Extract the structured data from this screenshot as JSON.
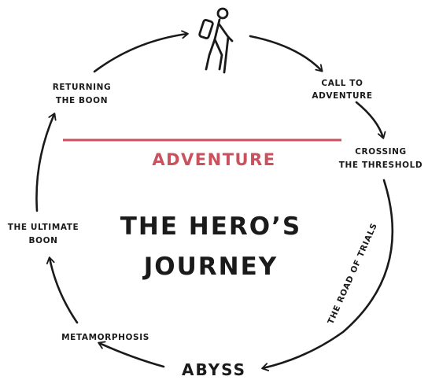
{
  "title": {
    "line1": "THE HERO’S",
    "line2": "JOURNEY"
  },
  "threshold_label": "ADVENTURE",
  "bottom_label": "ABYSS",
  "road_label": "THE ROAD OF TRIALS",
  "stages": {
    "call": {
      "line1": "CALL TO",
      "line2": "ADVENTURE"
    },
    "crossing": {
      "line1": "CROSSING",
      "line2": "THE THRESHOLD"
    },
    "metamorphosis": {
      "line1": "METAMORPHOSIS"
    },
    "ultimate_boon": {
      "line1": "THE ULTIMATE",
      "line2": "BOON"
    },
    "returning": {
      "line1": "RETURNING",
      "line2": "THE BOON"
    }
  },
  "icons": {
    "traveler": "hiker-icon"
  },
  "colors": {
    "accent": "#c9525e",
    "ink": "#1a1a1a",
    "background": "#ffffff"
  }
}
